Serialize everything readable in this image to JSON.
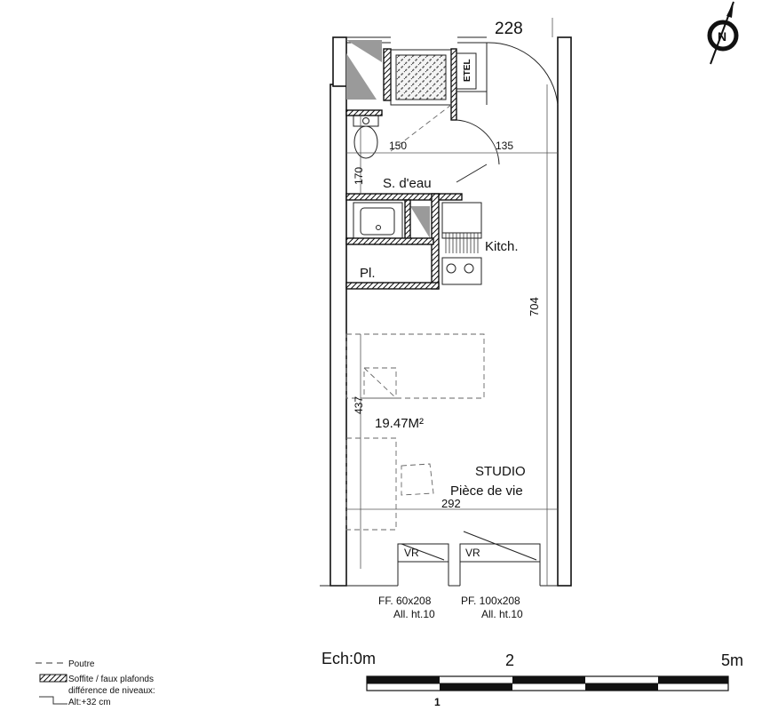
{
  "plan": {
    "top_number": "228",
    "rooms": {
      "bathroom": "S. d'eau",
      "kitchen": "Kitch.",
      "closet": "Pl.",
      "etel": "ETEL",
      "studio": "STUDIO",
      "living": "Pièce de vie",
      "area": "19.47M²"
    },
    "dimensions": {
      "d150": "150",
      "d135": "135",
      "d170": "170",
      "d704": "704",
      "d437": "437",
      "d292": "292"
    },
    "windows": {
      "vr_left": "VR",
      "vr_right": "VR",
      "ff_size": "FF. 60x208",
      "ff_all": "All. ht.10",
      "pf_size": "PF. 100x208",
      "pf_all": "All. ht.10"
    }
  },
  "compass": {
    "label": "N"
  },
  "legend": {
    "poutre": "Poutre",
    "soffite1": "Soffite / faux plafonds",
    "soffite2": "différence de niveaux:",
    "alt": "Alt:+32 cm"
  },
  "scale": {
    "label0": "Ech:0m",
    "label2": "2",
    "label5": "5m",
    "label1": "1"
  }
}
